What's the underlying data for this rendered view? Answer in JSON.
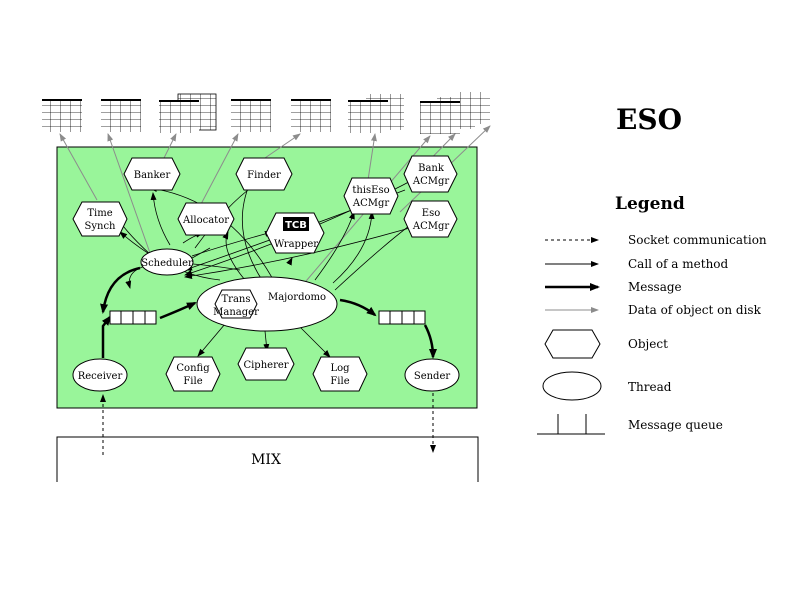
{
  "title": "ESO",
  "legend": {
    "heading": "Legend",
    "items": {
      "socket": "Socket communication",
      "call": "Call of a method",
      "message": "Message",
      "data": "Data of object on disk",
      "object": "Object",
      "thread": "Thread",
      "queue": "Message queue"
    }
  },
  "mix": {
    "label": "MIX"
  },
  "nodes": {
    "banker": "Banker",
    "finder": "Finder",
    "bank_acmgr": [
      "Bank",
      "ACMgr"
    ],
    "this_eso_acmgr": [
      "thisEso",
      "ACMgr"
    ],
    "eso_acmgr": [
      "Eso",
      "ACMgr"
    ],
    "time_synch": [
      "Time",
      "Synch"
    ],
    "allocator": "Allocator",
    "tcb_wrapper": [
      "TCB",
      "Wrapper"
    ],
    "scheduler": "Scheduler",
    "majordomo": "Majordomo",
    "trans_manager": [
      "Trans",
      "Manager"
    ],
    "config_file": [
      "Config",
      "File"
    ],
    "cipherer": "Cipherer",
    "log_file": [
      "Log",
      "File"
    ],
    "receiver": "Receiver",
    "sender": "Sender"
  },
  "colors": {
    "eso_box": "#99f59a",
    "data_arrow": "#8c8c8c"
  }
}
